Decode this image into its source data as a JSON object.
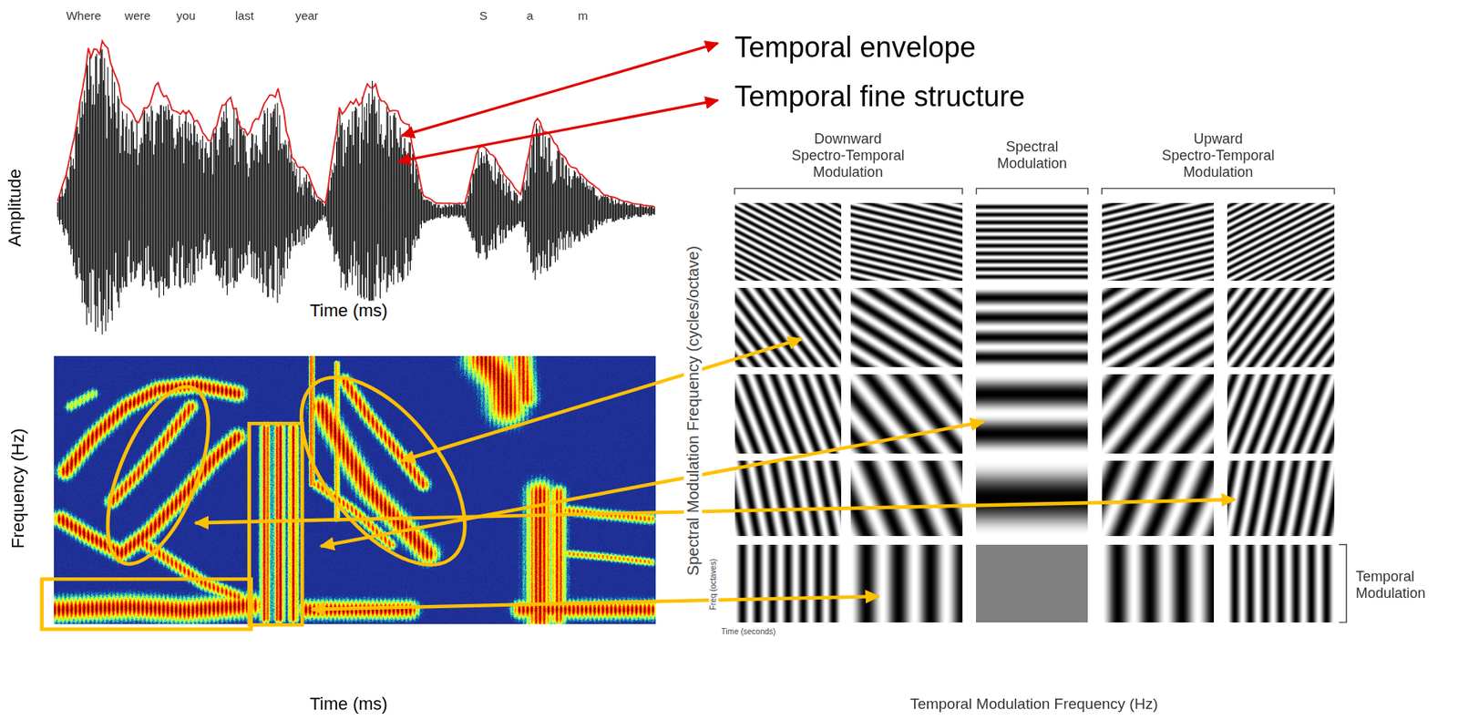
{
  "diagram": {
    "labels": [
      "Where",
      "were",
      "you",
      "last",
      "year",
      "S",
      "a",
      "m",
      "Amplitude",
      "Time (ms)",
      "Frequency (Hz)",
      "Time (ms)",
      "Temporal envelope",
      "Temporal fine structure",
      "Downward Spectro-Temporal Modulation",
      "Spectral Modulation",
      "Upward Spectro-Temporal Modulation",
      "Spectral Modulation Frequency (cycles/octave)",
      "Freq (octaves)",
      "Time (seconds)",
      "Temporal Modulation",
      "Temporal Modulation Frequency (Hz)"
    ]
  }
}
